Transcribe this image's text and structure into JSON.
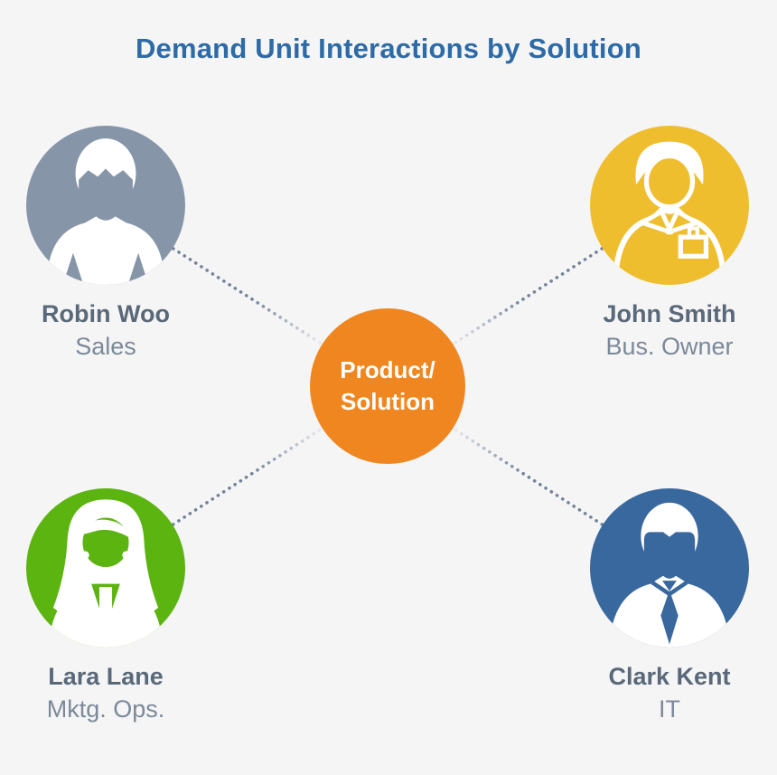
{
  "title": "Demand Unit Interactions by Solution",
  "center_node": {
    "line1": "Product/",
    "line2": "Solution"
  },
  "people": [
    {
      "name": "Robin Woo",
      "role": "Sales",
      "color": "#8695A8",
      "avatar_icon": "male-tshirt-icon",
      "position": "top-left"
    },
    {
      "name": "John Smith",
      "role": "Bus. Owner",
      "color": "#EFBE2F",
      "avatar_icon": "male-badge-icon",
      "position": "top-right"
    },
    {
      "name": "Lara Lane",
      "role": "Mktg. Ops.",
      "color": "#5CB411",
      "avatar_icon": "female-blazer-icon",
      "position": "bottom-left"
    },
    {
      "name": "Clark Kent",
      "role": "IT",
      "color": "#39689E",
      "avatar_icon": "male-suit-icon",
      "position": "bottom-right"
    }
  ],
  "colors": {
    "background": "#F5F5F6",
    "title": "#2E6BA6",
    "center-node": "#F0861F",
    "center-text": "#FFFFFF",
    "name-text": "#5A6979",
    "role-text": "#7B8999",
    "line": "#72839A"
  }
}
